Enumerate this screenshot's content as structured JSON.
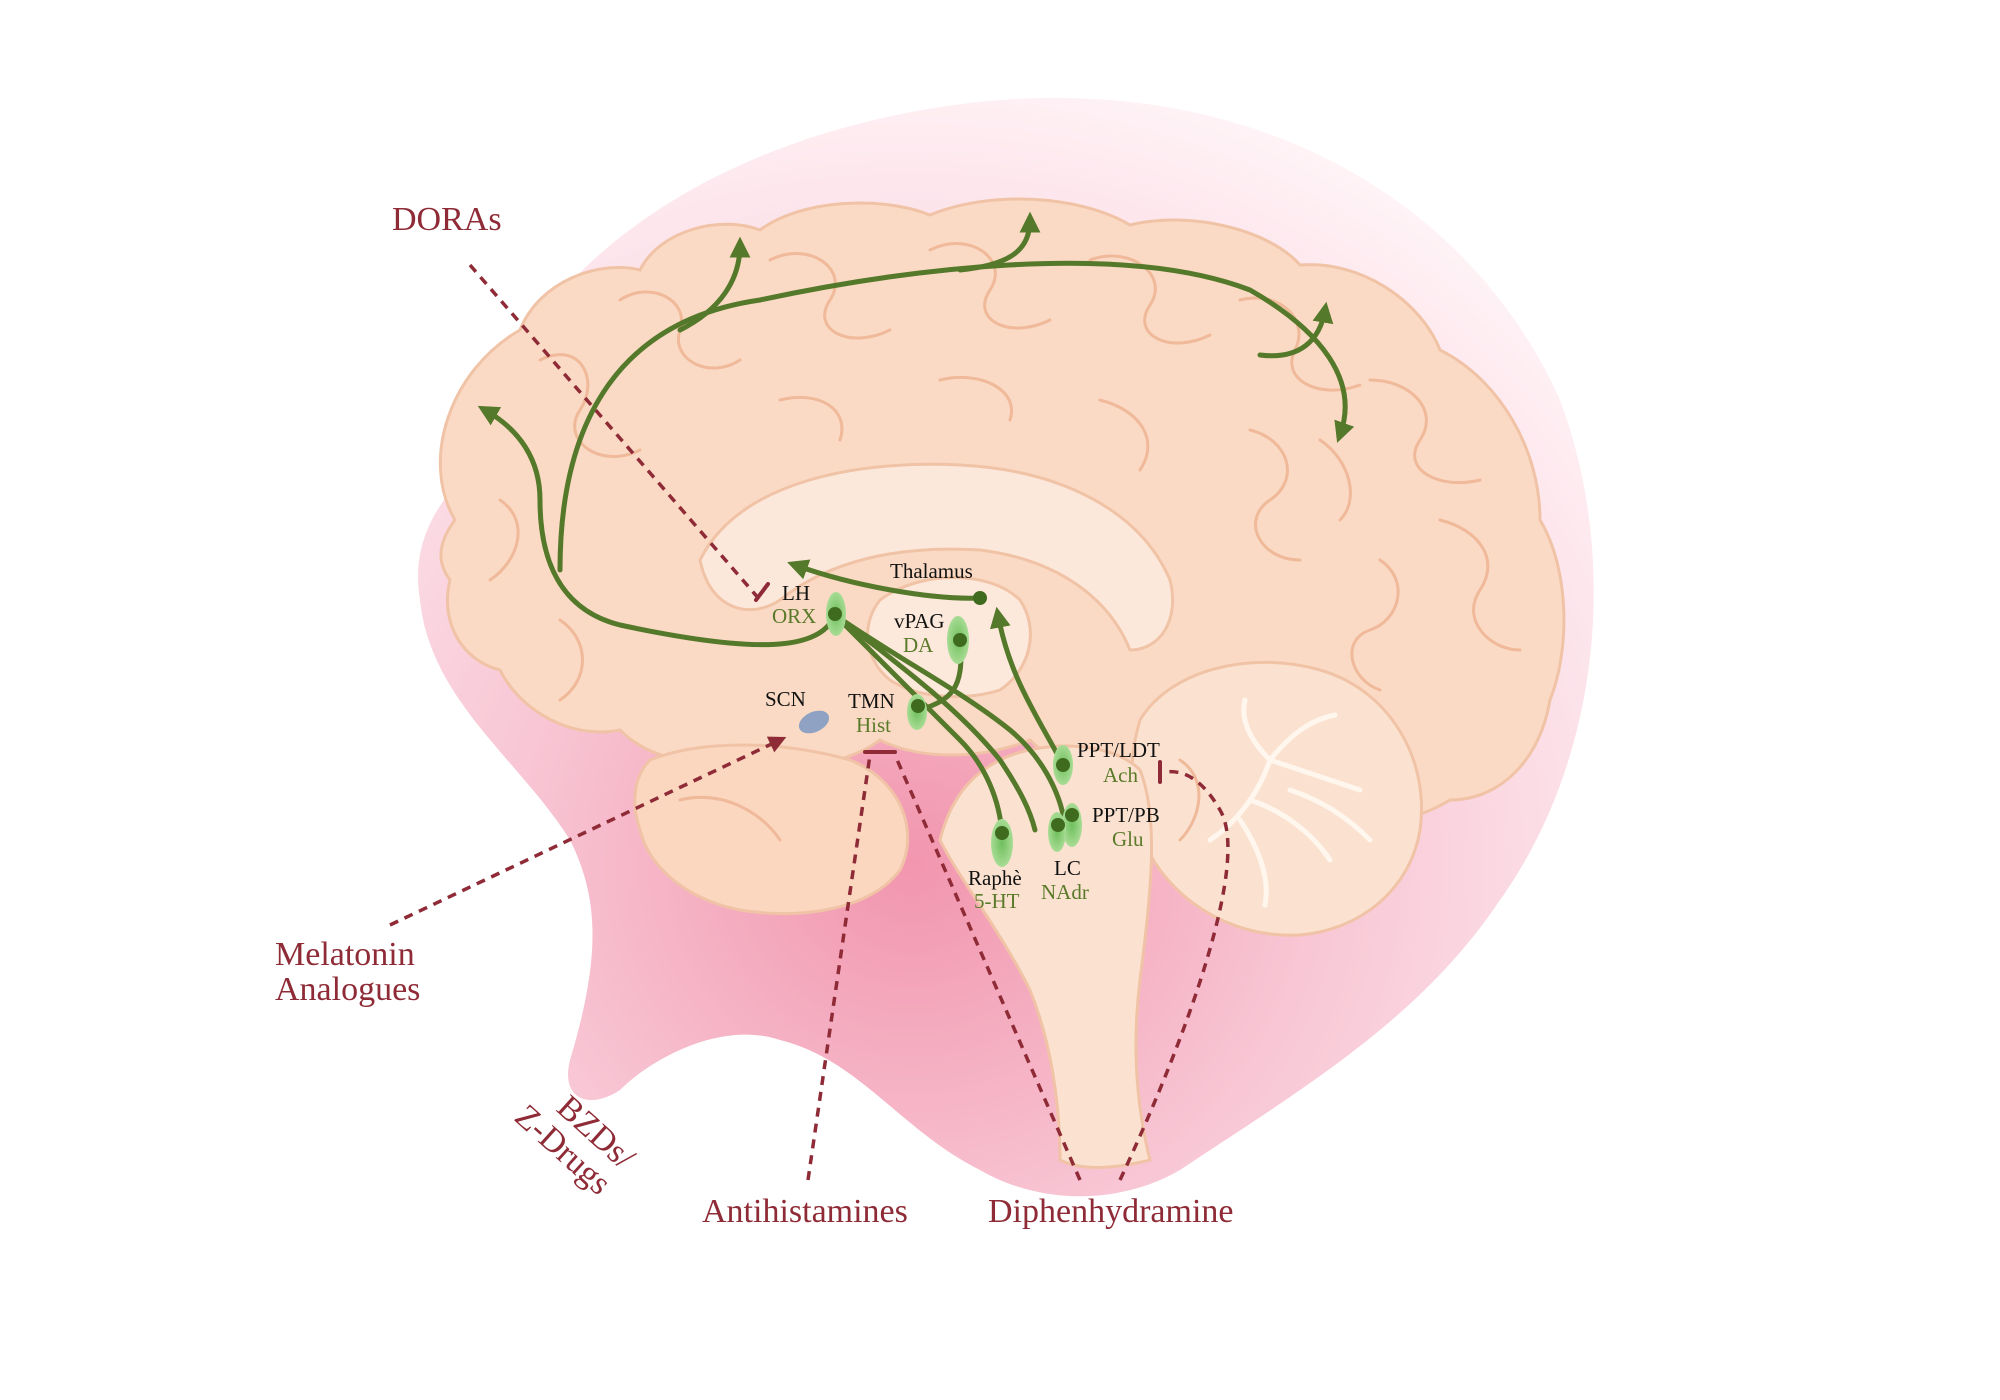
{
  "drugs": {
    "doras": "DORAs",
    "melatonin_line1": "Melatonin",
    "melatonin_line2": "Analogues",
    "bzds_line1": "BZDs/",
    "bzds_line2": "Z-Drugs",
    "antihistamines": "Antihistamines",
    "diphenhydramine": "Diphenhydramine"
  },
  "regions": {
    "lh": "LH",
    "orx": "ORX",
    "thalamus": "Thalamus",
    "vpag": "vPAG",
    "da": "DA",
    "scn": "SCN",
    "tmn": "TMN",
    "hist": "Hist",
    "ppt_ldt": "PPT/LDT",
    "ach": "Ach",
    "ppt_pb": "PPT/PB",
    "glu": "Glu",
    "raphe": "Raphè",
    "five_ht": "5-HT",
    "lc": "LC",
    "nadr": "NAdr"
  },
  "colors": {
    "pathway": "#55792a",
    "drug": "#8e2b36",
    "brain": "#fadac4",
    "nucleus": "#7bc46a",
    "scn": "#8fa2c4"
  }
}
